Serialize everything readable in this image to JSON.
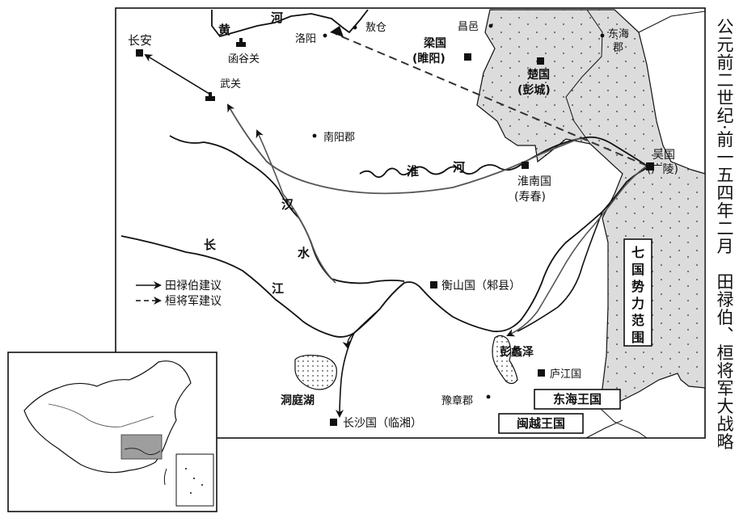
{
  "side_title": "公元前二世纪·前一五四年二月　田禄伯、桓将军大战略",
  "legend": {
    "solid_label": "田禄伯建议",
    "dashed_label": "桓将军建议"
  },
  "place_labels": {
    "changan": "长安",
    "hanguguan": "函谷关",
    "wuguan": "武关",
    "luoyang": "洛阳",
    "aocang": "敖仓",
    "changyi": "昌邑",
    "donghaijun": "东海郡",
    "nanyangjun": "南阳郡",
    "yuzhangjun": "豫章郡",
    "liang_1": "梁国",
    "liang_2": "(睢阳)",
    "chu_1": "楚国",
    "chu_2": "(彭城)",
    "wu_1": "吴国",
    "wu_2": "(广陵)",
    "huainan_1": "淮南国",
    "huainan_2": "(寿春)",
    "hengshan": "衡山国（邾县）",
    "lujiang": "庐江国",
    "changsha": "长沙国（临湘）",
    "dongting": "洞庭湖",
    "pengli": "彭蠡泽"
  },
  "river_labels": {
    "huang_1": "黄",
    "huang_2": "河",
    "huai_1": "淮",
    "huai_2": "河",
    "han_1": "汉",
    "han_2": "水",
    "chang_1": "长",
    "chang_2": "江"
  },
  "boxed_labels": {
    "seven_states": "七国势力范围",
    "donghai_wang": "东海王国",
    "minyue_wang": "闽越王国"
  },
  "colors": {
    "ink": "#111111",
    "seven_states_fill": "#dcdcdc",
    "inset_highlight": "#9e9e9e"
  }
}
